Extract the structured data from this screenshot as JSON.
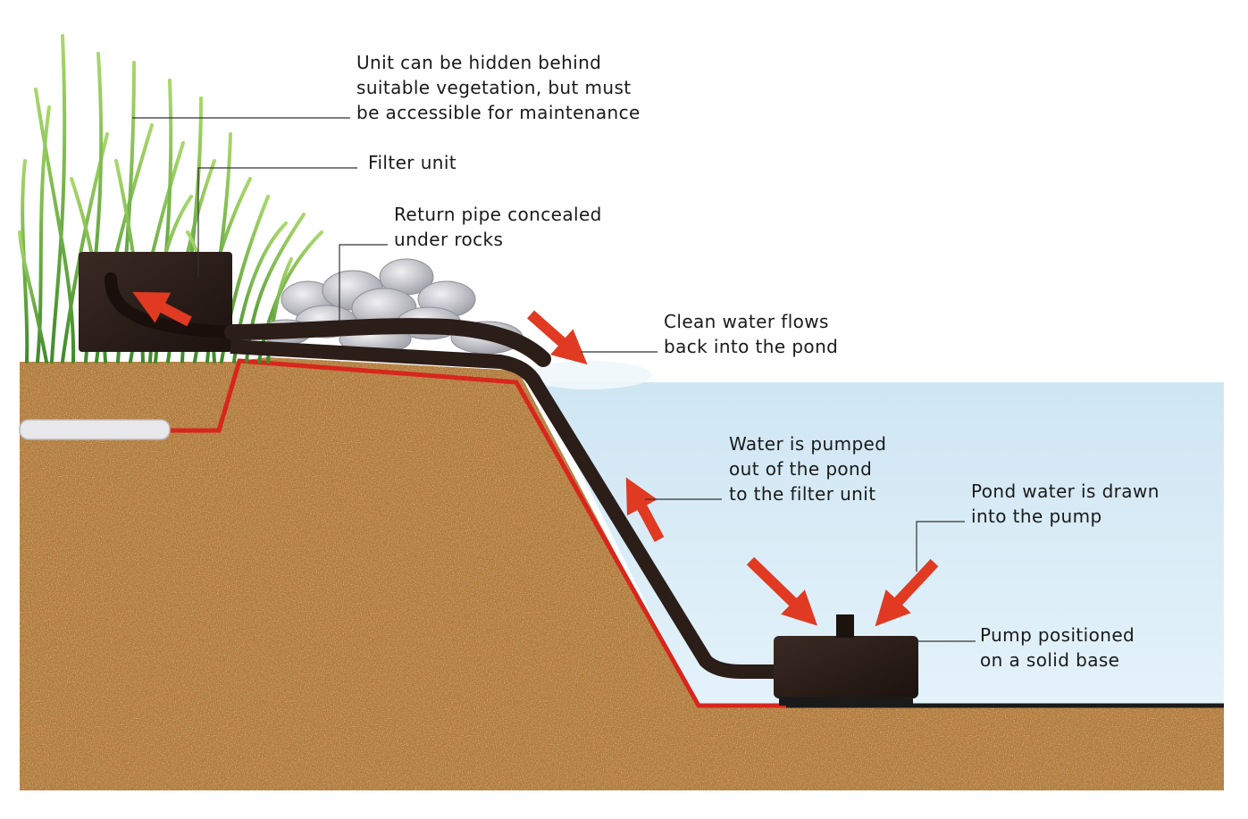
{
  "labels": {
    "vegetation": [
      "Unit can be hidden behind",
      "suitable vegetation, but must",
      "be accessible for maintenance"
    ],
    "filter_unit": [
      "Filter unit"
    ],
    "return_pipe": [
      "Return pipe concealed",
      "under rocks"
    ],
    "clean_water": [
      "Clean water flows",
      "back into the pond"
    ],
    "pumped_out": [
      "Water is pumped",
      "out of the pond",
      "to the filter unit"
    ],
    "drawn_in": [
      "Pond water is drawn",
      "into the pump"
    ],
    "pump_base": [
      "Pump positioned",
      "on a solid base"
    ]
  },
  "colors": {
    "soil": "#b07a3c",
    "soil_dark": "#8a5a26",
    "soil_light": "#d9a552",
    "water": "#d9edf7",
    "pipe": "#2b1d18",
    "liner": "#d8261c",
    "arrow": "#e03a22",
    "grass": "#5fae38",
    "rock": "#c9c9cf",
    "leader": "#333333"
  }
}
